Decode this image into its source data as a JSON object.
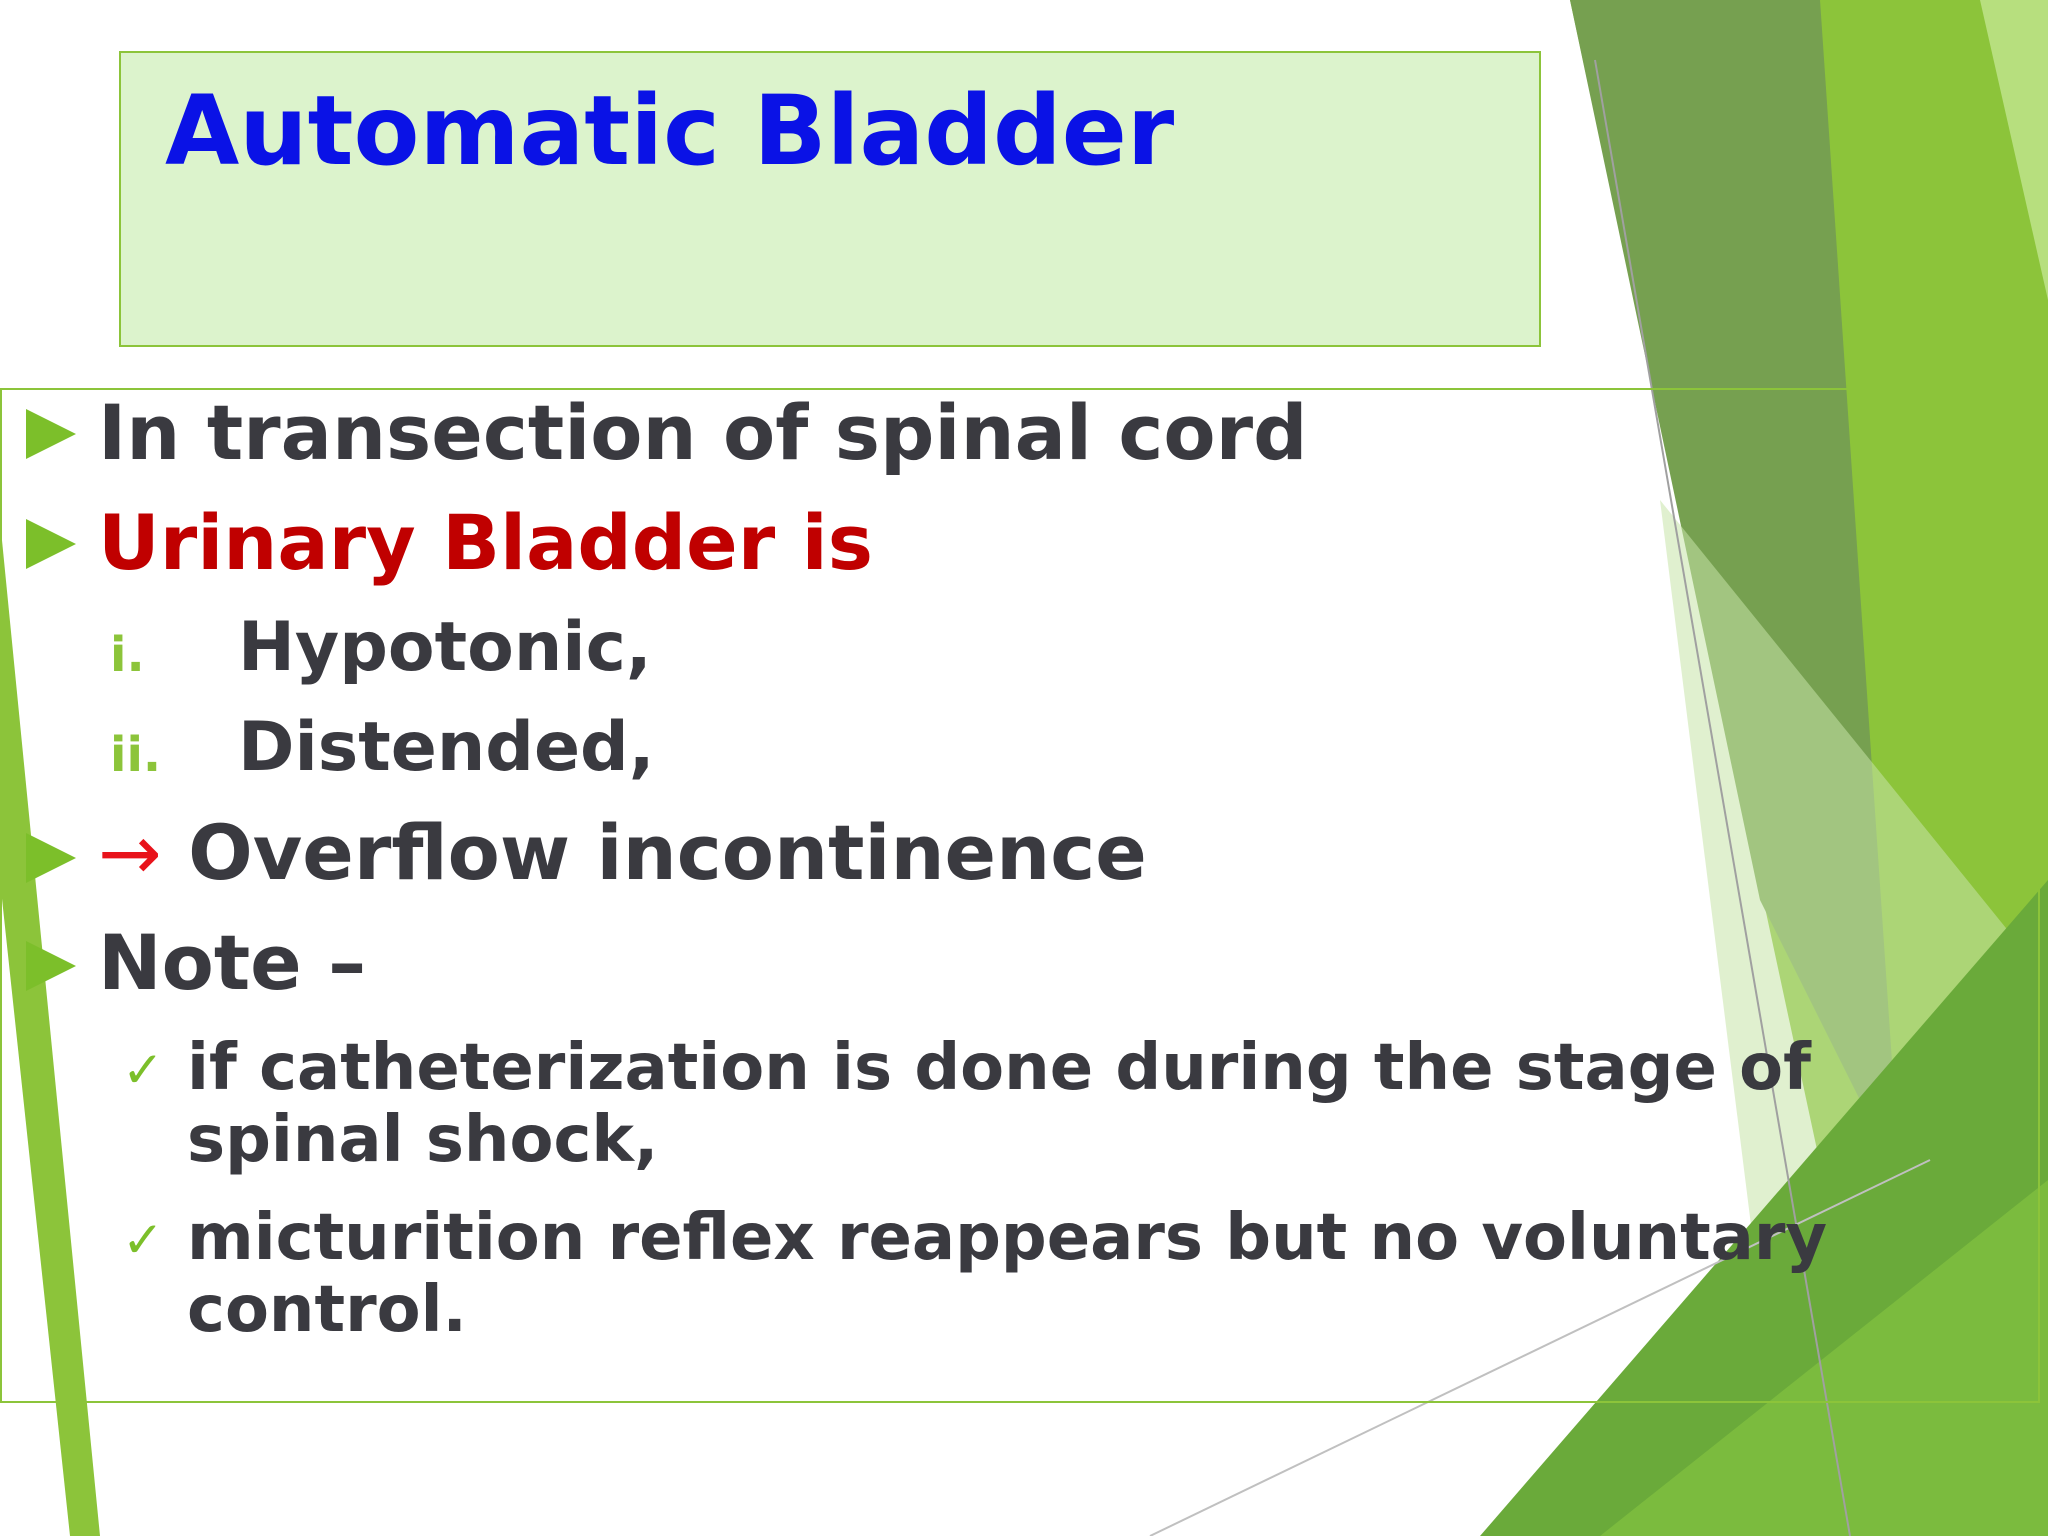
{
  "slide": {
    "title": "Automatic Bladder",
    "bullets": [
      {
        "text": "In transection of spinal cord"
      },
      {
        "text": "Urinary Bladder is"
      },
      {
        "arrow": "→",
        "text": "Overflow incontinence"
      },
      {
        "text": "Note –"
      }
    ],
    "numbered": [
      {
        "marker": "i.",
        "text": "Hypotonic,"
      },
      {
        "marker": "ii.",
        "text": "Distended,"
      }
    ],
    "checks": [
      {
        "icon": "check-icon",
        "glyph": "✓",
        "text": "if catheterization is done during the stage of spinal shock,"
      },
      {
        "icon": "check-icon",
        "glyph": "✓",
        "text": "micturition reflex reappears but no voluntary control."
      }
    ]
  },
  "colors": {
    "title": "#0a12e6",
    "body_text": "#3a3a40",
    "highlight_red": "#c00000",
    "arrow_red": "#e8131b",
    "accent_green": "#7cbf2a",
    "title_box_fill": "#dcf3cc"
  }
}
